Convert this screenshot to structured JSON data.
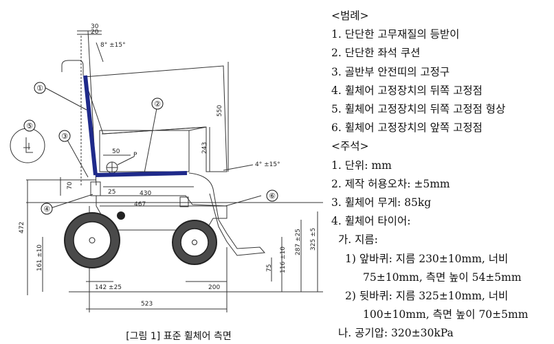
{
  "callouts": [
    "①",
    "②",
    "③",
    "④",
    "⑤",
    "⑥"
  ],
  "dimensions": {
    "d30": "30",
    "d20": "20",
    "d8deg": "8° ±15°",
    "d550": "550",
    "d243": "243",
    "d4deg": "4° ±15°",
    "d50": "50",
    "p": "P",
    "d70": "70",
    "d25": "25",
    "d430": "430",
    "d467": "467",
    "d472": "472",
    "d161": "161 ±10",
    "d142": "142 ±25",
    "d523": "523",
    "d200": "200",
    "d75": "75",
    "d116": "116 ±10",
    "d287": "287 ±25",
    "d325": "325 ±5"
  },
  "caption": "[그림 1] 표준 휠체어 측면",
  "legend": {
    "header": "<범례>",
    "items": [
      "1. 단단한 고무재질의 등받이",
      "2. 단단한 좌석 쿠션",
      "3. 골반부 안전띠의 고정구",
      "4. 휠체어 고정장치의 뒤쪽 고정점",
      "5. 휠체어 고정장치의 뒤쪽 고정점 형상",
      "6. 휠체어 고정장치의 앞쪽 고정점"
    ]
  },
  "notes": {
    "header": "<주석>",
    "n1": "1. 단위: mm",
    "n2": "2. 제작 허용오차: ±5mm",
    "n3": "3. 휠체어 무게: 85kg",
    "n4": "4. 휠체어 타이어:",
    "sub_a": "가. 지름:",
    "front1": "1) 앞바퀴: 지름 230±10mm, 너비",
    "front2": "75±10mm, 측면 높이 54±5mm",
    "rear1": "2) 뒷바퀴: 지름 325±10mm, 너비",
    "rear2": "100±10mm, 측면 높이 70±5mm",
    "sub_b": "나. 공기압: 320±30kPa"
  },
  "colors": {
    "frame_highlight": "#1f2a8a",
    "line": "#333333"
  }
}
